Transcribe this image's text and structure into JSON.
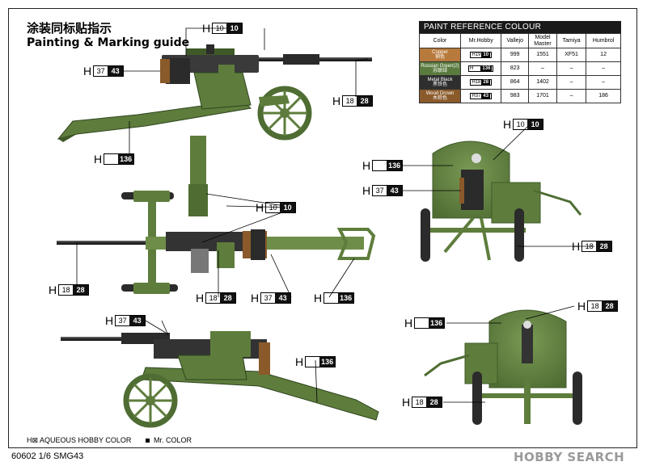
{
  "header": {
    "title_cn": "涂装同标贴指示",
    "title_en": "Painting & Marking guide"
  },
  "paint_table": {
    "title": "PAINT REFERENCE COLOUR",
    "columns": [
      "Color",
      "Mr.Hobby",
      "Vallejo",
      "Model Master",
      "Tamiya",
      "Humbrol"
    ],
    "rows": [
      {
        "name": "Copper",
        "name_cn": "铜色",
        "swatch": "#b87a3c",
        "hobby_h": "19",
        "hobby_c": "10",
        "vallejo": "999",
        "model_master": "1551",
        "tamiya": "XF51",
        "humbrol": "12"
      },
      {
        "name": "Russian Green(2)",
        "name_cn": "苏联绿",
        "swatch": "#5a7a3e",
        "hobby_h": "",
        "hobby_c": "136",
        "vallejo": "823",
        "model_master": "–",
        "tamiya": "–",
        "humbrol": "–"
      },
      {
        "name": "Metal Black",
        "name_cn": "黑铁色",
        "swatch": "#2e2e2e",
        "hobby_h": "18",
        "hobby_c": "28",
        "vallejo": "864",
        "model_master": "1402",
        "tamiya": "–",
        "humbrol": "–"
      },
      {
        "name": "Wood Drown",
        "name_cn": "木棕色",
        "swatch": "#8a5a2a",
        "hobby_h": "37",
        "hobby_c": "43",
        "vallejo": "983",
        "model_master": "1701",
        "tamiya": "–",
        "humbrol": "186"
      }
    ]
  },
  "callouts": [
    {
      "h": "10",
      "c": "10"
    },
    {
      "h": "37",
      "c": "43"
    },
    {
      "h": "18",
      "c": "28"
    },
    {
      "h": "",
      "c": "136"
    },
    {
      "h": "10",
      "c": "10"
    },
    {
      "h": "18",
      "c": "28"
    },
    {
      "h": "37",
      "c": "43"
    },
    {
      "h": "",
      "c": "136"
    },
    {
      "h": "18",
      "c": "28"
    },
    {
      "h": "37",
      "c": "43"
    },
    {
      "h": "",
      "c": "136"
    },
    {
      "h": "10",
      "c": "10"
    },
    {
      "h": "",
      "c": "136"
    },
    {
      "h": "37",
      "c": "43"
    },
    {
      "h": "18",
      "c": "28"
    },
    {
      "h": "18",
      "c": "28"
    },
    {
      "h": "",
      "c": "136"
    },
    {
      "h": "18",
      "c": "28"
    }
  ],
  "callout_prefix": "H",
  "legend": {
    "aqueous": "H⊠ AQUEOUS HOBBY COLOR",
    "mr_color": "Mr. COLOR"
  },
  "footer": {
    "code": "60602 1/6  SMG43"
  },
  "watermark": "HOBBY SEARCH",
  "colors": {
    "gun_green": "#5e7d3c",
    "gun_green_dark": "#3f5a28",
    "metal_black": "#2b2b2b",
    "wood": "#8a5a2a"
  }
}
